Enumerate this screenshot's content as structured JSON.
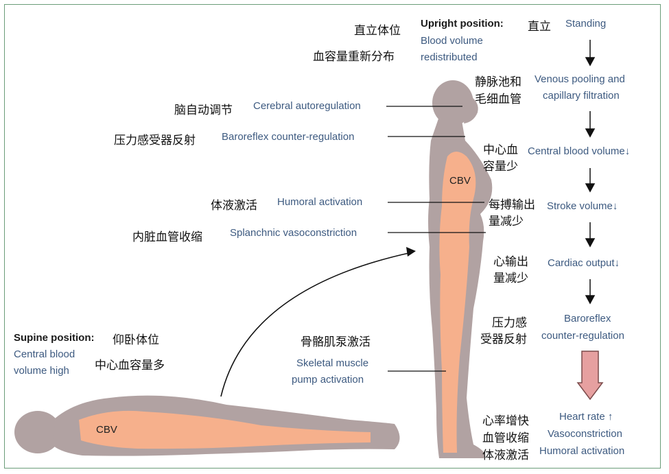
{
  "colors": {
    "body_gray": "#b1a2a2",
    "cbv_pink": "#f6b08c",
    "label_blue": "#3d5a80",
    "big_arrow": "#e6a0a0",
    "frame": "#6a9c78"
  },
  "upright": {
    "zh_title": "直立体位",
    "en_title": "Upright position:",
    "zh_standing": "直立",
    "en_standing": "Standing",
    "zh_redistributed": "血容量重新分布",
    "en_redistributed_1": "Blood volume",
    "en_redistributed_2": "redistributed"
  },
  "left_labels": [
    {
      "zh": "脑自动调节",
      "en": "Cerebral autoregulation"
    },
    {
      "zh": "压力感受器反射",
      "en": "Baroreflex counter-regulation"
    },
    {
      "zh": "体液激活",
      "en": "Humoral activation"
    },
    {
      "zh": "内脏血管收缩",
      "en": "Splanchnic vasoconstriction"
    }
  ],
  "skeletal": {
    "zh": "骨骼肌泵激活",
    "en_1": "Skeletal muscle",
    "en_2": "pump activation"
  },
  "supine": {
    "en_title": "Supine position:",
    "zh_title": "仰卧体位",
    "en_1": "Central blood",
    "en_2": "volume high",
    "zh_sub": "中心血容量多"
  },
  "cbv_label": "CBV",
  "cascade": [
    {
      "zh_1": "静脉池和",
      "zh_2": "毛细血管",
      "en_1": "Venous pooling and",
      "en_2": "capillary filtration"
    },
    {
      "zh_1": "中心血",
      "zh_2": "容量少",
      "en_1": "Central blood volume↓",
      "en_2": ""
    },
    {
      "zh_1": "每搏输出",
      "zh_2": "量减少",
      "en_1": "Stroke volume↓",
      "en_2": ""
    },
    {
      "zh_1": "心输出",
      "zh_2": "量减少",
      "en_1": "Cardiac output↓",
      "en_2": ""
    },
    {
      "zh_1": "压力感",
      "zh_2": "受器反射",
      "en_1": "Baroreflex",
      "en_2": "counter-regulation"
    }
  ],
  "outcome": {
    "zh_1": "心率增快",
    "zh_2": "血管收缩",
    "zh_3": "体液激活",
    "en_1": "Heart rate ↑",
    "en_2": "Vasoconstriction",
    "en_3": "Humoral activation"
  }
}
